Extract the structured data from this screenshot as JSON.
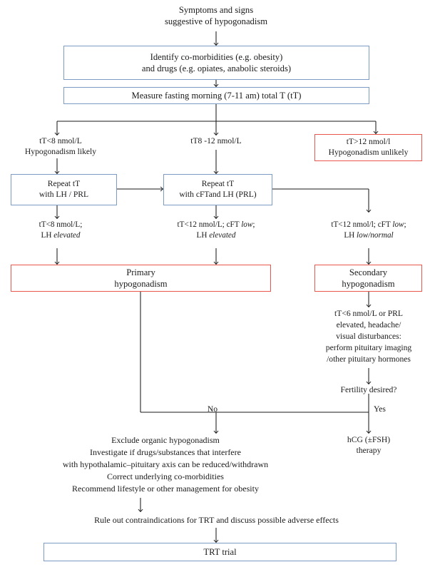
{
  "diagram": {
    "title": "Clinical algorithm for diagnosis and management of male hypogonadism",
    "colors": {
      "blue_border": "#7c9cc6",
      "red_border": "#e9564c",
      "line": "#1a1a1a",
      "text": "#1a1a1a",
      "background": "#ffffff"
    }
  },
  "nodes": {
    "start": {
      "line1": "Symptoms and signs",
      "line2": "suggestive of hypogonadism",
      "style": "plain-text"
    },
    "identify": {
      "line1": "Identify co-morbidities (e.g. obesity)",
      "line2": "and drugs (e.g. opiates, anabolic steroids)",
      "style": "blue-box"
    },
    "measure": {
      "line1": "Measure fasting morning (7-11 am) total T (tT)",
      "style": "blue-box"
    },
    "branch_left": {
      "line1": "tT<8 nmol/L",
      "line2": "Hypogonadism likely",
      "style": "plain-text"
    },
    "branch_middle": {
      "line1": "tT8 -12 nmol/L",
      "style": "plain-text"
    },
    "branch_right": {
      "line1": "tT>12 nmol/l",
      "line2": "Hypogonadism unlikely",
      "style": "red-box"
    },
    "repeat_left": {
      "line1": "Repeat tT",
      "line2": "with LH / PRL",
      "style": "blue-box"
    },
    "repeat_middle": {
      "line1": "Repeat tT",
      "line2": "with cFTand LH (PRL)",
      "style": "blue-box"
    },
    "cond_left": {
      "line1_plain": "tT<8 nmol/L;",
      "line2_prefix": "LH ",
      "line2_italic": "elevated",
      "style": "plain-text"
    },
    "cond_middle": {
      "line1_plain": "tT<12 nmol/L; cFT ",
      "line1_italic": "low",
      "line1_suffix": ";",
      "line2_prefix": "LH ",
      "line2_italic": "elevated",
      "style": "plain-text"
    },
    "cond_right": {
      "line1_plain": "tT<12 nmol/l; cFT ",
      "line1_italic": "low",
      "line1_suffix": ";",
      "line2_prefix": "LH ",
      "line2_italic": "low/normal",
      "style": "plain-text"
    },
    "primary": {
      "line1": "Primary",
      "line2": "hypogonadism",
      "style": "red-box"
    },
    "secondary": {
      "line1": "Secondary",
      "line2": "hypogonadism",
      "style": "red-box"
    },
    "pituitary_workup": {
      "line1": "tT<6 nmol/L or PRL",
      "line2": "elevated, headache/",
      "line3": "visual disturbances:",
      "line4": "perform pituitary imaging",
      "line5": "/other pituitary hormones",
      "style": "plain-text"
    },
    "fertility": {
      "line1": "Fertility desired?",
      "style": "plain-text"
    },
    "label_no": {
      "text": "No"
    },
    "label_yes": {
      "text": "Yes"
    },
    "hcg": {
      "line1": "hCG (±FSH)",
      "line2": "therapy",
      "style": "plain-text"
    },
    "exclude_block": {
      "line1": "Exclude organic hypogonadism",
      "line2": "Investigate if drugs/substances that interfere",
      "line3": "with hypothalamic–pituitary axis can be reduced/withdrawn",
      "line4": "Correct underlying co-morbidities",
      "line5": "Recommend lifestyle or other management for obesity",
      "style": "plain-text"
    },
    "rule_out": {
      "line1": "Rule out contraindications for TRT and discuss possible adverse effects",
      "style": "plain-text"
    },
    "trt_trial": {
      "line1": "TRT trial",
      "style": "blue-box"
    }
  }
}
